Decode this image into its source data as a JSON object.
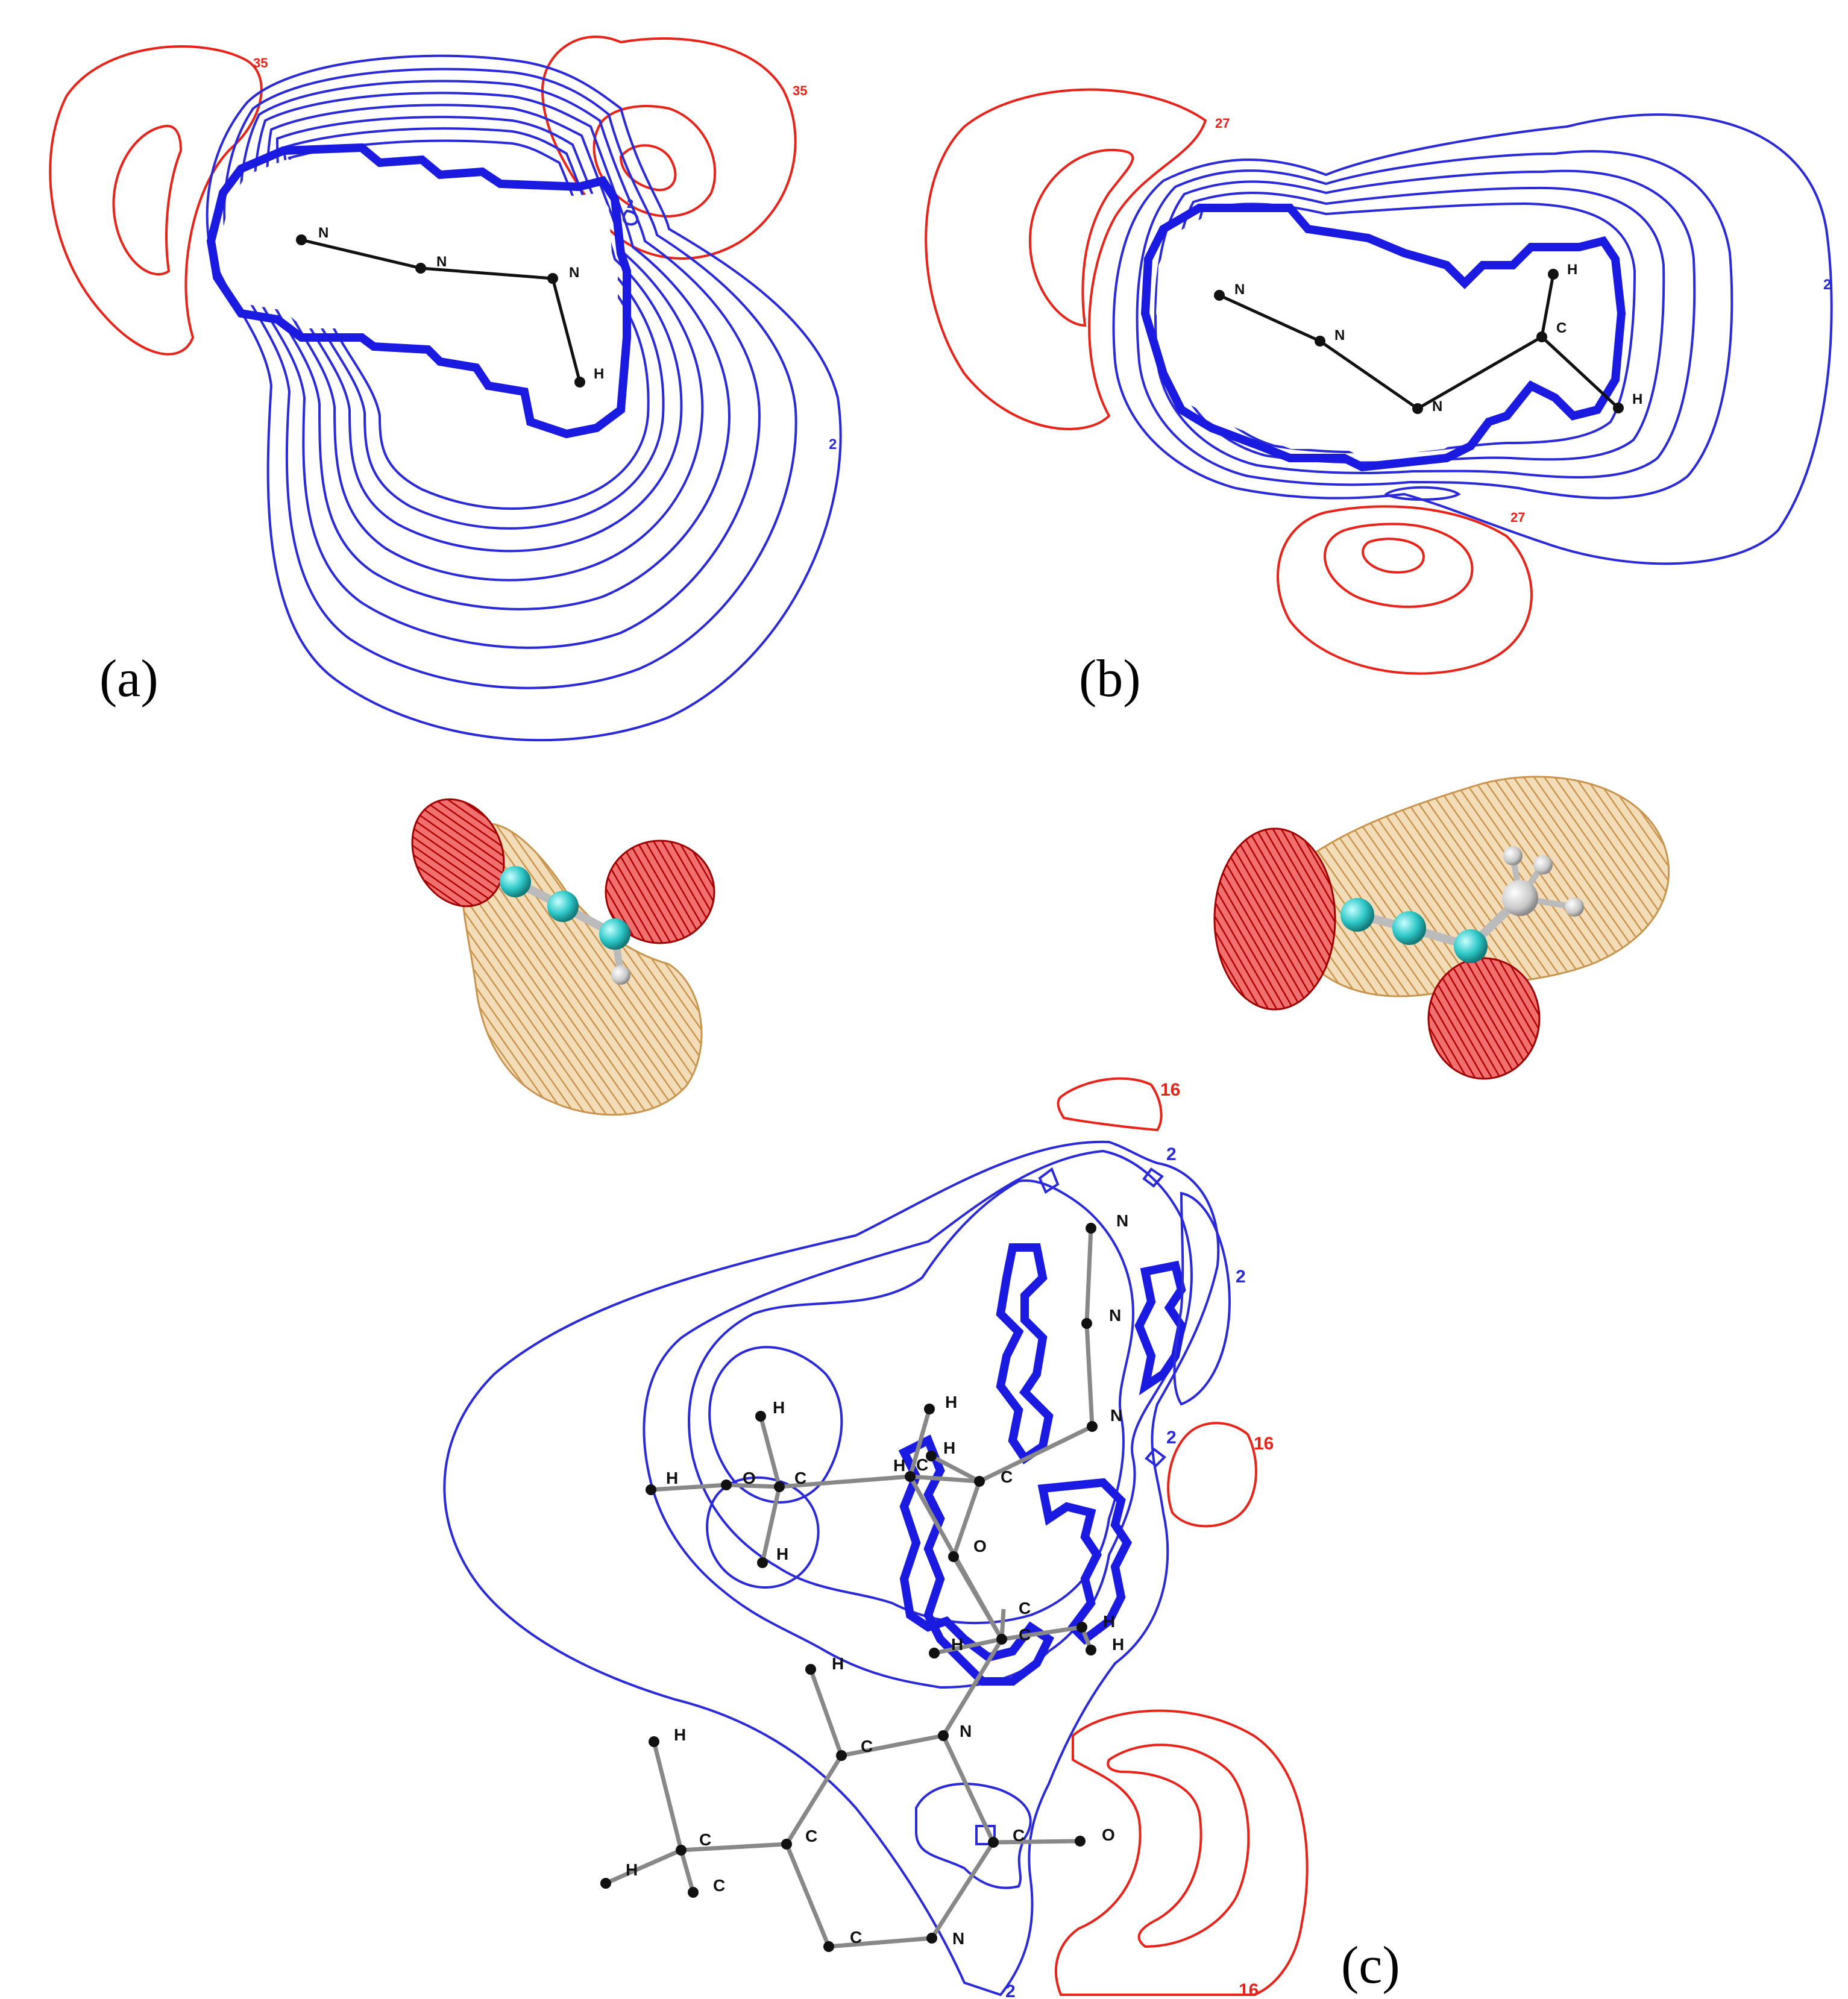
{
  "panels": {
    "a": {
      "label": "(a)",
      "atoms": [
        "N",
        "N",
        "N",
        "H"
      ],
      "contour_labels": {
        "red1": "35",
        "red2": "35",
        "blue_outer": "2",
        "blue_small": "2"
      }
    },
    "b": {
      "label": "(b)",
      "atoms": [
        "N",
        "N",
        "N",
        "C",
        "H",
        "H"
      ],
      "contour_labels": {
        "red1": "27",
        "red2": "27",
        "blue_outer": "2"
      }
    },
    "c": {
      "label": "(c)",
      "atoms": [
        "N",
        "N",
        "N",
        "H",
        "H",
        "H",
        "C",
        "C",
        "H",
        "O",
        "C",
        "O",
        "H",
        "H",
        "C",
        "C",
        "H",
        "H",
        "H",
        "C",
        "N",
        "H",
        "C",
        "C",
        "H",
        "H",
        "O",
        "N",
        "C"
      ],
      "contour_labels": {
        "red_top": "16",
        "red_right": "16",
        "red_bottom": "16",
        "blue1": "2",
        "blue2": "2",
        "blue3": "2",
        "blue_bottom": "2"
      }
    }
  },
  "colors": {
    "positive_contour": "#2a2ad8",
    "negative_contour": "#e8231a",
    "positive_lobe": "#e8b77a",
    "negative_lobe": "#cc1111",
    "nitrogen_atom": "#2ec7c7",
    "hydrogen_atom": "#cfcfcf",
    "bond": "#111111"
  }
}
